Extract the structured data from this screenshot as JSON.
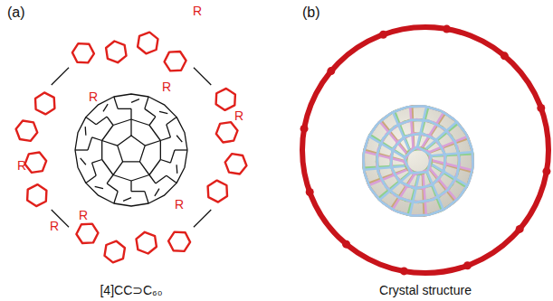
{
  "diagram": {
    "labels": [
      "(a)",
      "R",
      "R",
      "R",
      "R",
      "R",
      "R",
      "R",
      "R",
      "[4]CC⊃C₆₀",
      "(b)",
      "Crystal structure"
    ]
  }
}
